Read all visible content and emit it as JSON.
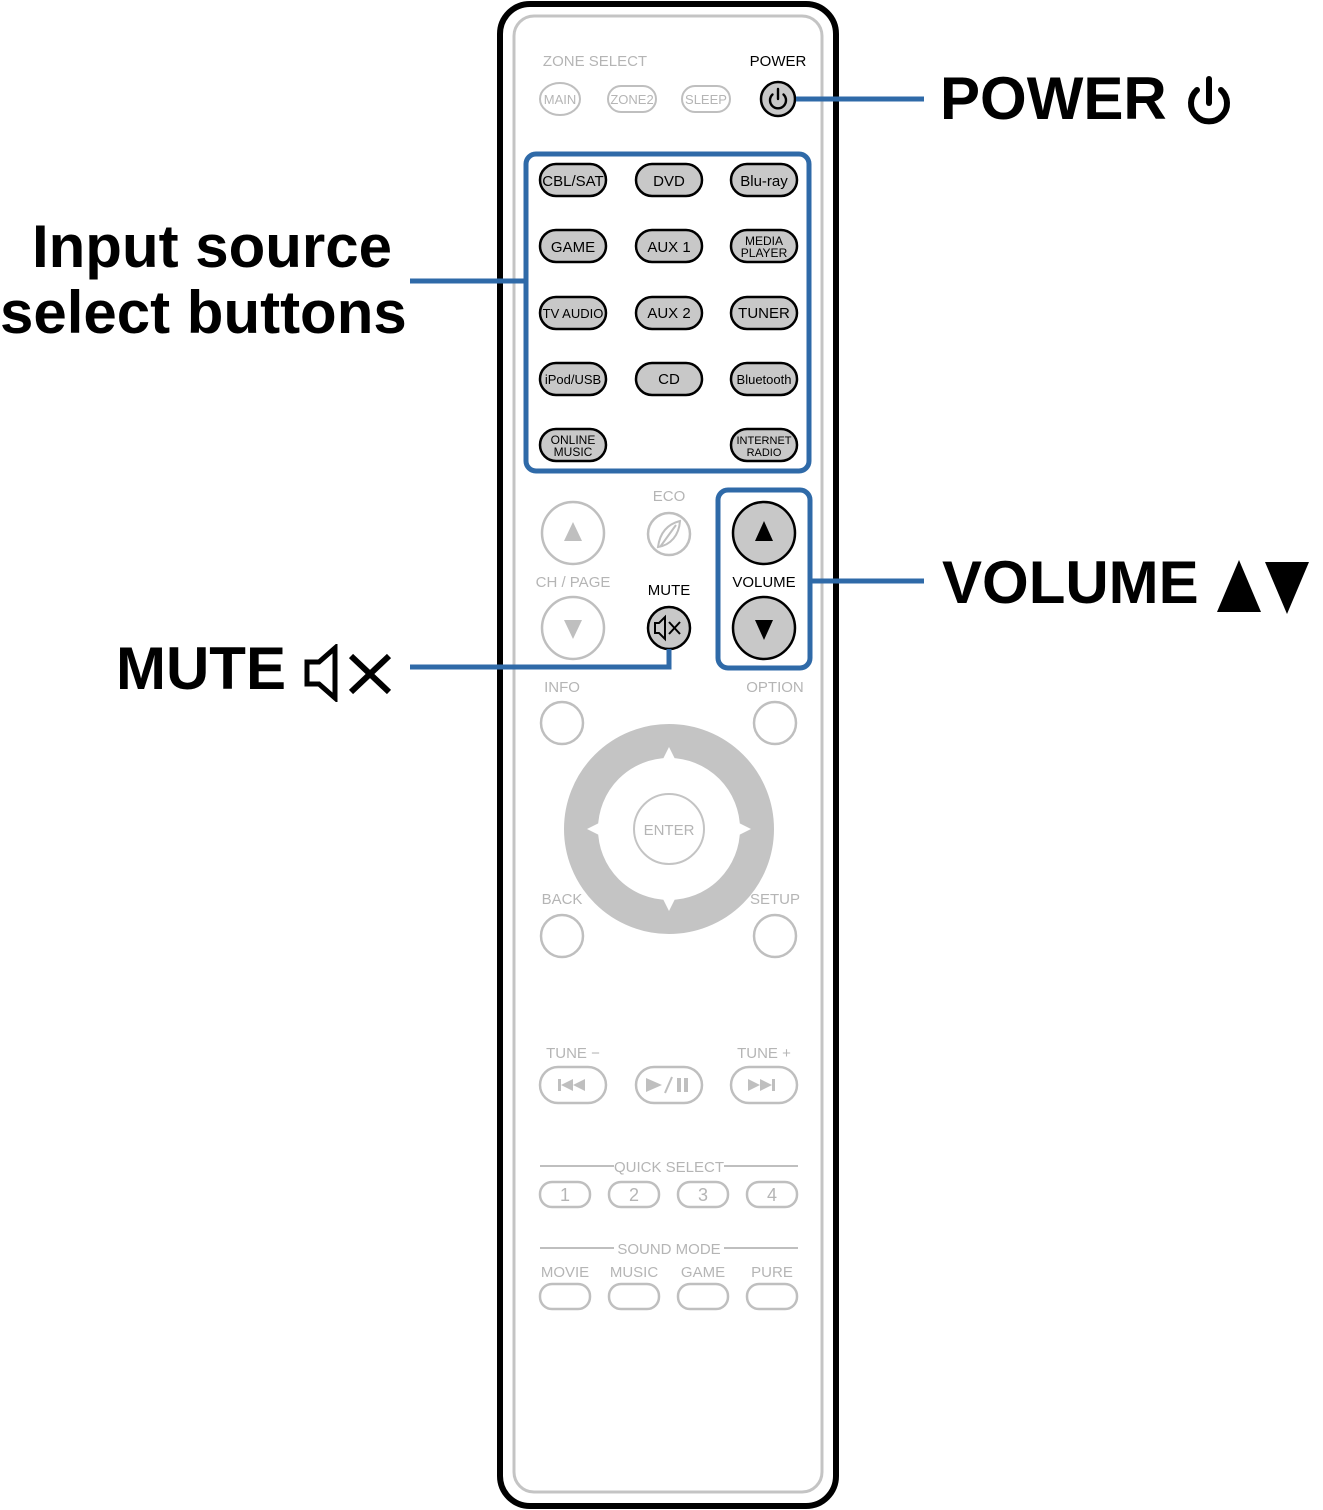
{
  "remote": {
    "zone_select_label": "ZONE SELECT",
    "power_label": "POWER",
    "zone_buttons": [
      "MAIN",
      "ZONE2",
      "SLEEP"
    ],
    "input_buttons": {
      "cbl_sat": "CBL/SAT",
      "dvd": "DVD",
      "bluray": "Blu-ray",
      "game": "GAME",
      "aux1": "AUX 1",
      "media_player_1": "MEDIA",
      "media_player_2": "PLAYER",
      "tv_audio": "TV AUDIO",
      "aux2": "AUX 2",
      "tuner": "TUNER",
      "ipod_usb": "iPod/USB",
      "cd": "CD",
      "bluetooth": "Bluetooth",
      "online_music_1": "ONLINE",
      "online_music_2": "MUSIC",
      "internet_radio_1": "INTERNET",
      "internet_radio_2": "RADIO"
    },
    "eco_label": "ECO",
    "ch_page_label": "CH / PAGE",
    "mute_label": "MUTE",
    "volume_label": "VOLUME",
    "info_label": "INFO",
    "option_label": "OPTION",
    "enter_label": "ENTER",
    "back_label": "BACK",
    "setup_label": "SETUP",
    "tune_minus_label": "TUNE −",
    "tune_plus_label": "TUNE +",
    "quick_select_label": "QUICK SELECT",
    "quick_select_buttons": [
      "1",
      "2",
      "3",
      "4"
    ],
    "sound_mode_label": "SOUND MODE",
    "sound_mode_buttons": [
      "MOVIE",
      "MUSIC",
      "GAME",
      "PURE"
    ]
  },
  "callouts": {
    "power": "POWER",
    "input_line1": "Input source",
    "input_line2": "select buttons",
    "volume": "VOLUME",
    "mute": "MUTE"
  },
  "colors": {
    "highlight": "#2f6aa8",
    "button_fill": "#c8c8c8",
    "faded": "#bfbfbf",
    "outline": "#000000"
  }
}
